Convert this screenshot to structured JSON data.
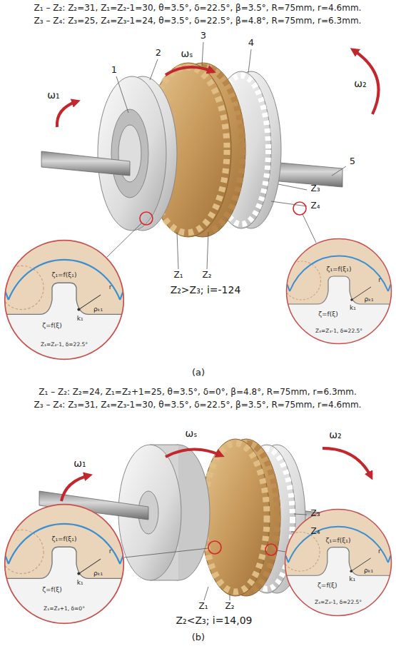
{
  "diagram": {
    "nodes": [
      {
        "text": [
          "ζ₁=f(ξ₁)",
          "ζ=f(ξ)",
          "r",
          "ρₖ₁",
          "k₁",
          "Z₁=Z₂-1, δ=22.5°"
        ]
      },
      {
        "text": [
          "ζ₁=f(ξ₁)",
          "ζ=f(ξ)",
          "r",
          "ρₖ₁",
          "k₁",
          "Z₄=Z₃-1, δ=22.5°"
        ]
      },
      {
        "text": [
          "ζ₁=f(ξ₁)",
          "ζ=f(ξ)",
          "r",
          "ρₖ₁",
          "k₁",
          "Z₁=Z₂+1, δ=0°"
        ]
      },
      {
        "text": [
          "ζ₁=f(ξ₁)",
          "ζ=f(ξ)",
          "r",
          "ρₖ₁",
          "k₁",
          "Z₄=Z₃-1, δ=22.5°"
        ]
      }
    ],
    "labels": [
      "Z₁ – Z₂: Z₂=31, Z₁=Z₂-1=30, θ=3.5°, δ=22.5°, β=3.5°, R=75mm, r=4.6mm.",
      "Z₃ – Z₄: Z₃=25, Z₄=Z₃-1=24, θ=3.5°, δ=22.5°, β=4.8°, R=75mm, r=6.3mm.",
      "3",
      "4",
      "2",
      "ωₛ",
      "1",
      "ω₂",
      "ω₁",
      "5",
      "Z₃",
      "Z₄",
      "Z₁",
      "Z₂",
      "Z₂>Z₃; i=-124",
      "(a)",
      "Z₁ – Z₂: Z₂=24, Z₁=Z₂+1=25, θ=3.5°, δ=0°, β=4.8°, R=75mm, r=6.3mm.",
      "Z₃ – Z₄: Z₃=31, Z₄=Z₃-1=30, θ=3.5°, δ=22.5°, β=3.5°, R=75mm, r=4.6mm.",
      "ωₛ",
      "ω₂",
      "ω₁",
      "Z₃",
      "Z₄",
      "Z₁",
      "Z₂",
      "Z₂<Z₃; i=14,09",
      "(b)"
    ]
  }
}
